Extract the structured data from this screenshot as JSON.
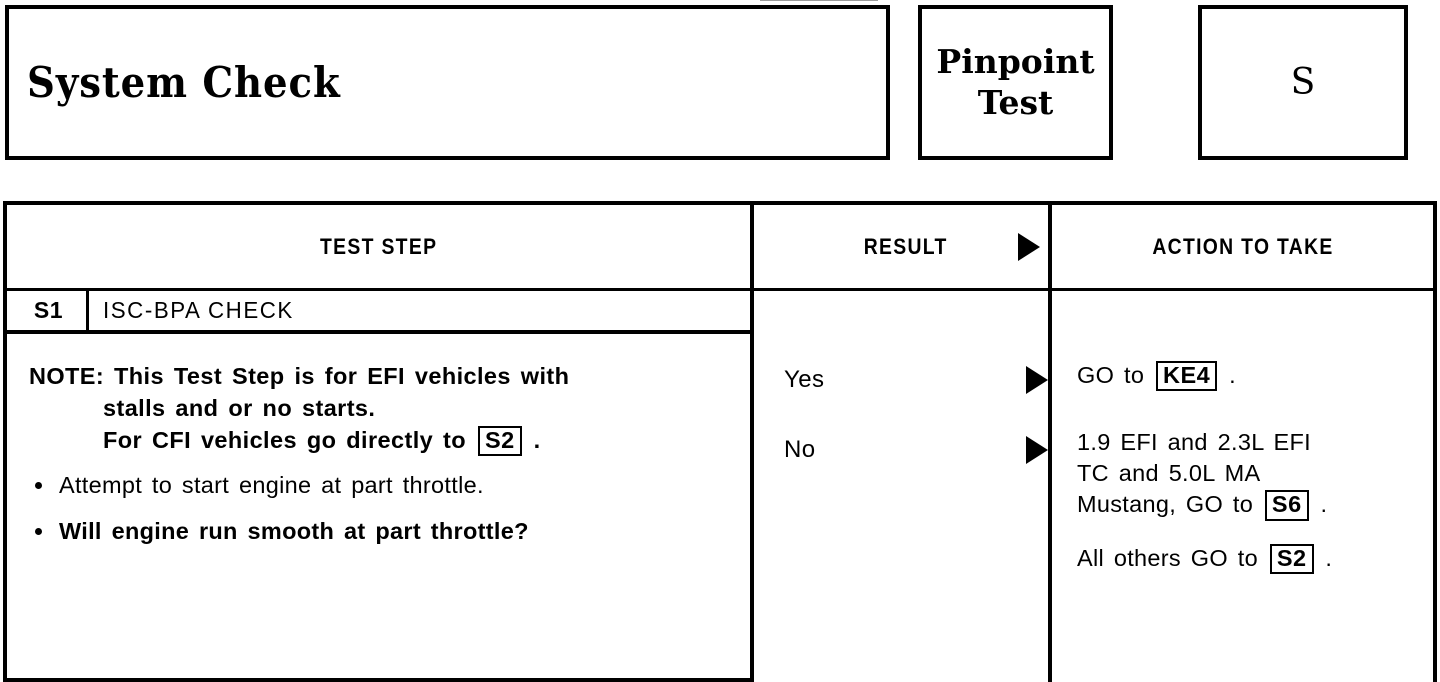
{
  "header": {
    "system_check_title": "System Check",
    "pinpoint_line1": "Pinpoint",
    "pinpoint_line2": "Test",
    "section_letter": "S"
  },
  "table": {
    "columns": {
      "test_step": "TEST STEP",
      "result": "RESULT",
      "action": "ACTION TO TAKE",
      "result_arrow_icon": "right-triangle-icon"
    },
    "step": {
      "id": "S1",
      "title": "ISC-BPA CHECK"
    },
    "note": {
      "label": "NOTE:",
      "line1": "This Test Step is for EFI vehicles with",
      "line2": "stalls and or no starts.",
      "line3_prefix": "For CFI vehicles go directly to",
      "line3_ref": "S2",
      "line3_suffix": "."
    },
    "bullets": [
      {
        "text": "Attempt to start engine at part throttle.",
        "bold": false
      },
      {
        "text": "Will engine run smooth at part throttle?",
        "bold": true
      }
    ],
    "results": [
      {
        "label": "Yes"
      },
      {
        "label": "No"
      }
    ],
    "actions": {
      "yes": {
        "prefix": "GO to",
        "ref": "KE4",
        "suffix": "."
      },
      "no": {
        "line1": "1.9 EFI and 2.3L EFI",
        "line2": "TC and 5.0L MA",
        "line3_prefix": "Mustang, GO to",
        "line3_ref": "S6",
        "line3_suffix": ".",
        "line4_prefix": "All others GO to",
        "line4_ref": "S2",
        "line4_suffix": "."
      }
    }
  }
}
